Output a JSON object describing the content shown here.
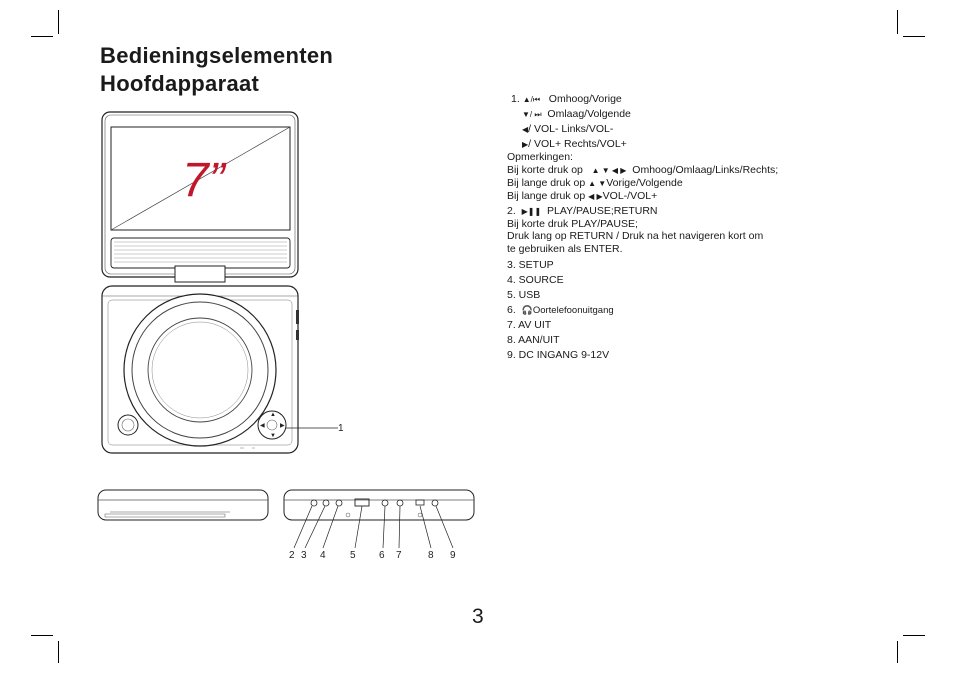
{
  "heading": {
    "line1": "Bedieningselementen",
    "line2": "Hoofdapparaat"
  },
  "diagram": {
    "screen_label": "7”",
    "callout_1": "1",
    "side_numbers": [
      "2",
      "3",
      "4",
      "5",
      "6",
      "7",
      "8",
      "9"
    ]
  },
  "items": {
    "i1_num": "1.",
    "i1_l1": "Omhoog/Vorige",
    "i1_l2": "Omlaag/Volgende",
    "i1_l3": "/ VOL- Links/VOL-",
    "i1_l4": "/ VOL+ Rechts/VOL+",
    "notes_title": "Opmerkingen:",
    "note1_a": "Bij korte druk op",
    "note1_b": "Omhoog/Omlaag/Links/Rechts;",
    "note2_a": "Bij lange druk op",
    "note2_b": "Vorige/Volgende",
    "note3_a": "Bij lange druk op",
    "note3_b": "VOL-/VOL+",
    "i2_num": "2.",
    "i2_l1": "PLAY/PAUSE;RETURN",
    "i2_l2": "Bij korte druk PLAY/PAUSE;",
    "i2_l3": "Druk lang op RETURN / Druk na het navigeren kort om",
    "i2_l4": "te gebruiken als ENTER.",
    "i3": "3. SETUP",
    "i4": "4. SOURCE",
    "i5": "5. USB",
    "i6_num": "6.",
    "i6_text": "Oortelefoonuitgang",
    "i7": "7. AV UIT",
    "i8": "8. AAN/UIT",
    "i9": "9. DC INGANG 9-12V"
  },
  "page_number": "3"
}
